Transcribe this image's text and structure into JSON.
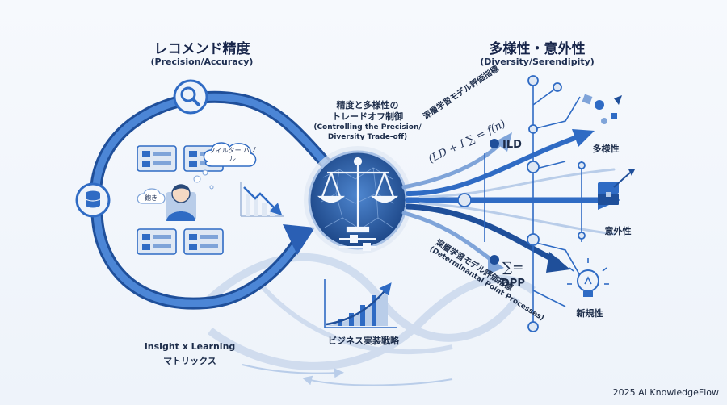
{
  "header": {
    "left_title": "レコメンド精度",
    "left_subtitle": "(Precision/Accuracy)",
    "right_title": "多様性・意外性",
    "right_subtitle": "(Diversity/Serendipity)"
  },
  "center": {
    "title_line1": "精度と多様性の",
    "title_line2": "トレードオフ制御",
    "english": "(Controlling the Precision/ Diversity Trade-off)"
  },
  "metrics": {
    "top_label": "深層学習モデル評価指標",
    "top_formula": "(LD + I ∑ = f(n)",
    "ild": "ILD",
    "bottom_label": "深層学習モデル評価指標",
    "bottom_en": "(Determinantal Point Processes)",
    "sum_symbol": "∑=",
    "dpp": "DPP"
  },
  "outputs": {
    "diversity": "多様性",
    "serendipity": "意外性",
    "novelty": "新規性"
  },
  "left_panel": {
    "bubble_text": "フィルター バブル",
    "boredom": "飽き"
  },
  "bottom": {
    "business": "ビジネス実装戦略",
    "insight": "Insight x Learning",
    "matrix": "マトリックス"
  },
  "footer": "2025 AI KnowledgeFlow",
  "colors": {
    "primary": "#2f6bc4",
    "dark": "#1f4f9a",
    "light": "#b9cde9",
    "node": "#dfe8f4"
  }
}
